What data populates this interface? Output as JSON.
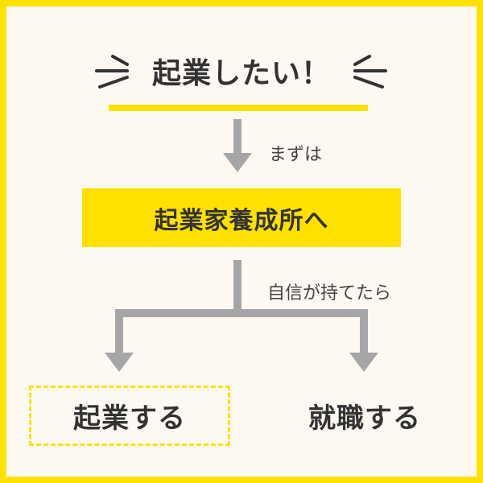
{
  "title": "起業したい！",
  "steps": [
    {
      "label": "まずは"
    },
    {
      "label": "自信が持てたら"
    }
  ],
  "main_box": {
    "text": "起業家養成所へ"
  },
  "options": [
    {
      "text": "起業する",
      "highlighted": true
    },
    {
      "text": "就職する",
      "highlighted": false
    }
  ],
  "colors": {
    "accent": "#ffe100",
    "background": "#fdf8f2",
    "arrow": "#a6a6a6",
    "text": "#333333"
  }
}
